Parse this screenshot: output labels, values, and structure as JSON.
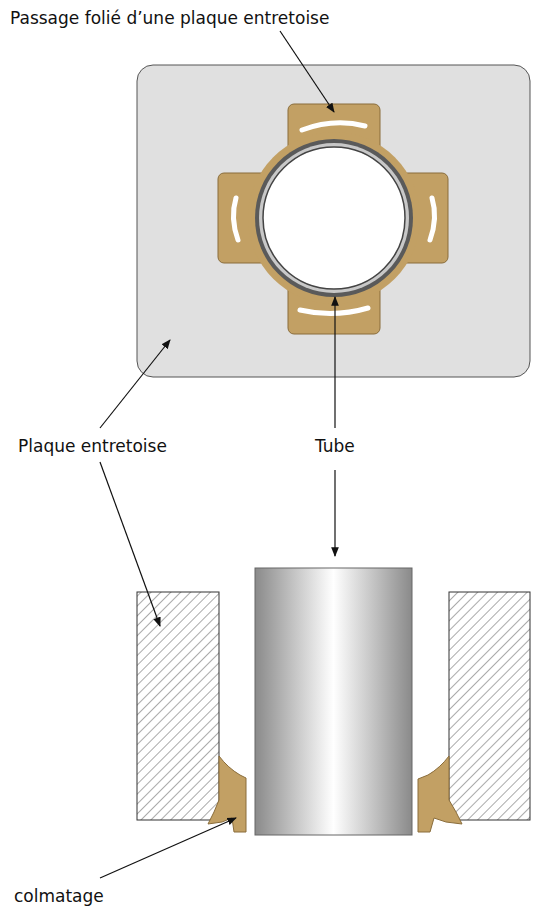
{
  "diagram": {
    "labels": [
      "Passage folié d’une plaque entretoise",
      "Plaque entretoise",
      "Tube",
      "colmatage"
    ]
  }
}
